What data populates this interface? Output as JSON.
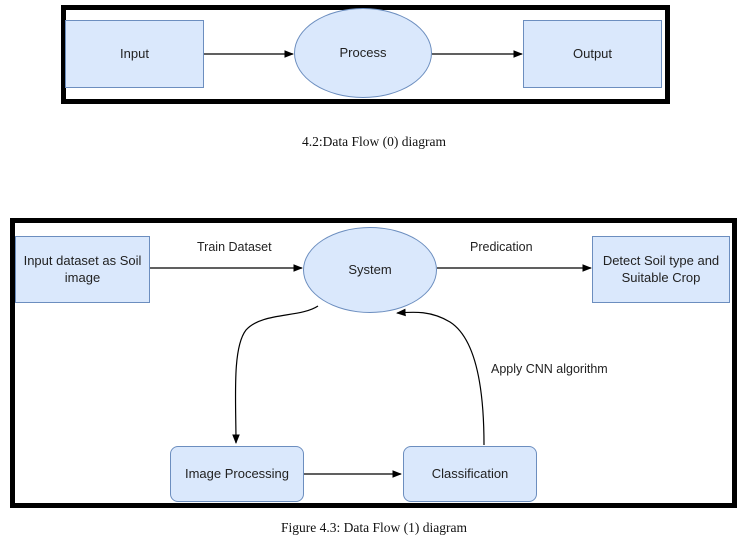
{
  "diagram1": {
    "nodes": {
      "input": "Input",
      "process": "Process",
      "output": "Output"
    },
    "caption": "4.2:Data Flow (0) diagram"
  },
  "diagram2": {
    "nodes": {
      "input_dataset": "Input dataset as Soil image",
      "system": "System",
      "detect": "Detect Soil type and Suitable Crop",
      "image_processing": "Image Processing",
      "classification": "Classification"
    },
    "edge_labels": {
      "train_dataset": "Train Dataset",
      "predication": "Predication",
      "apply_cnn": "Apply CNN algorithm"
    },
    "caption": "Figure 4.3: Data Flow (1) diagram"
  },
  "colors": {
    "node_fill": "#dae8fc",
    "node_border": "#6c8ebf",
    "frame": "#000000",
    "arrow": "#000000"
  }
}
